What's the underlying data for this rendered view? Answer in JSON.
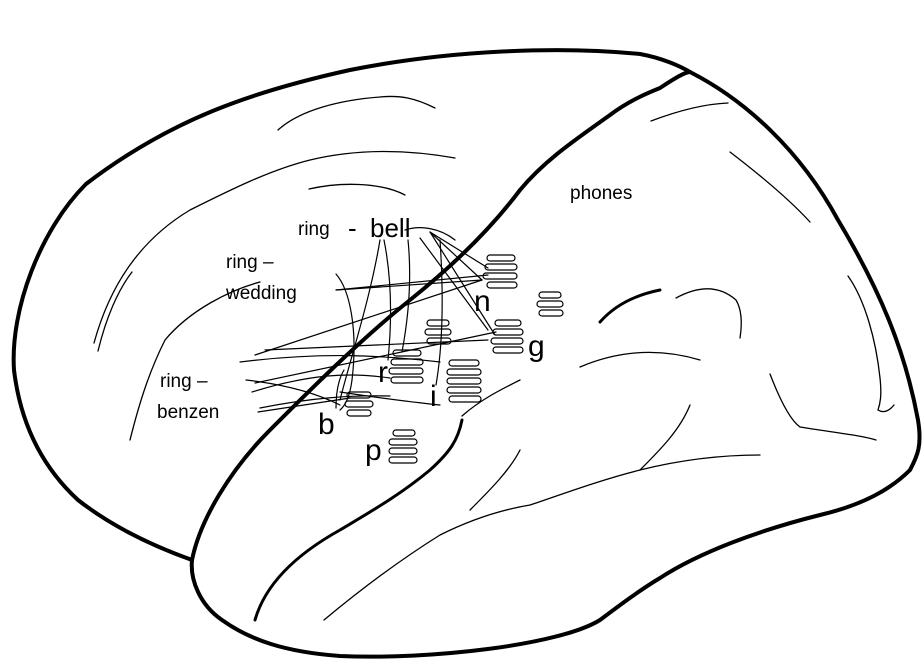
{
  "labels": {
    "phones": "phones",
    "ring_bell_word": "ring",
    "ring_bell_dash": "-",
    "ring_bell_target": "bell",
    "ring_wedding_word": "ring –",
    "ring_wedding_target": "wedding",
    "ring_benzen_word": "ring –",
    "ring_benzen_target": "benzen"
  },
  "phone_letters": {
    "n": "n",
    "g": "g",
    "r": "r",
    "i": "i",
    "b": "b",
    "p": "p"
  }
}
